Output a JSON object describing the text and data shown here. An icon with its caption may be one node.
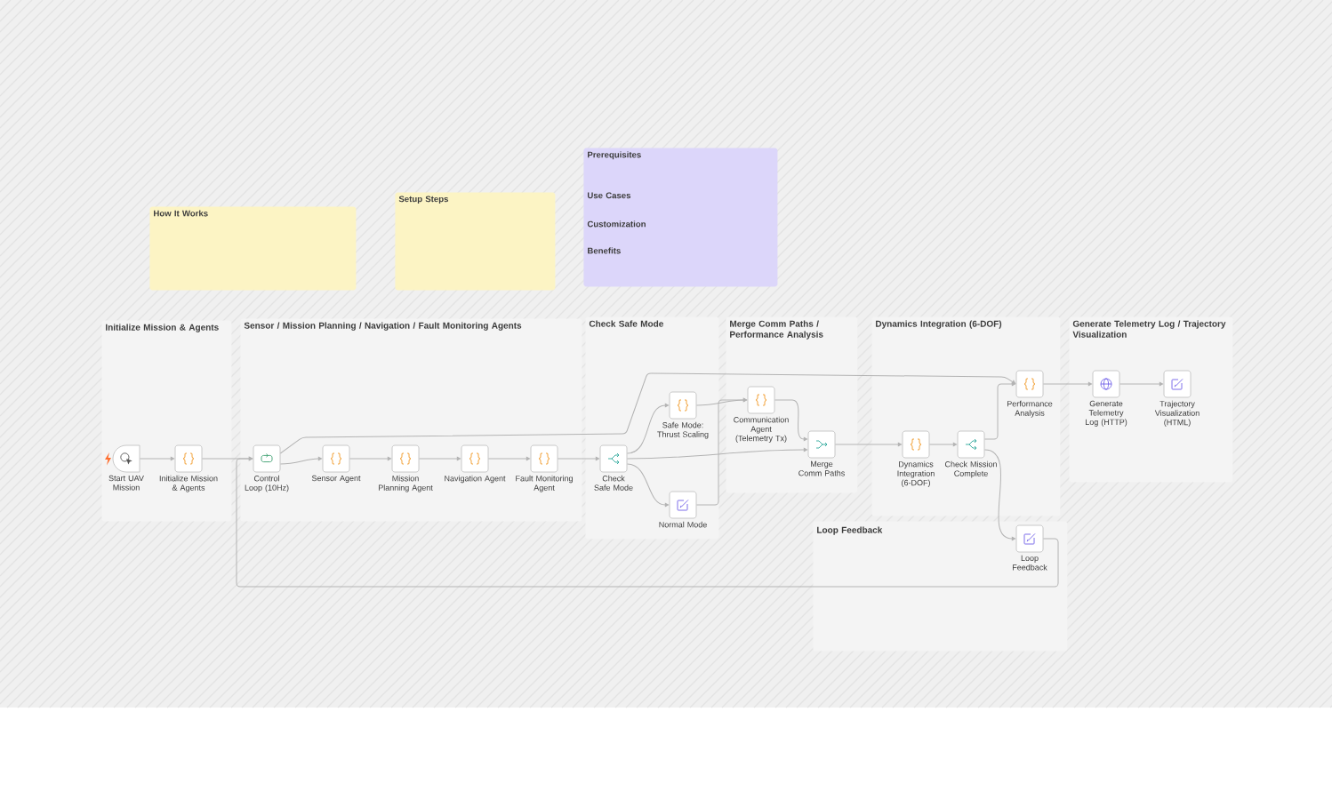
{
  "diagram": {
    "nodes": [
      {
        "text": [
          "How It Works"
        ]
      },
      {
        "text": [
          "Setup Steps"
        ]
      },
      {
        "text": [
          "Prerequisites",
          "Use Cases",
          "Customization",
          "Benefits"
        ]
      },
      {
        "text": [
          "Initialize Mission & Agents"
        ]
      },
      {
        "text": [
          "Start UAV Mission"
        ],
        "in": 3
      },
      {
        "text": [
          "Initialize Mission & Agents"
        ],
        "in": 3
      },
      {
        "text": [
          "Sensor / Mission Planning / Navigation / Fault Monitoring Agents"
        ]
      },
      {
        "text": [
          "Control Loop (10Hz)"
        ],
        "in": 6
      },
      {
        "text": [
          "Sensor Agent"
        ],
        "in": 6
      },
      {
        "text": [
          "Mission Planning Agent"
        ],
        "in": 6
      },
      {
        "text": [
          "Navigation Agent"
        ],
        "in": 6
      },
      {
        "text": [
          "Fault Monitoring Agent"
        ],
        "in": 6
      },
      {
        "text": [
          "Check Safe Mode"
        ]
      },
      {
        "text": [
          "Check Safe Mode"
        ],
        "in": 12
      },
      {
        "text": [
          "Safe Mode: Thrust Scaling"
        ],
        "in": 12
      },
      {
        "text": [
          "Normal Mode"
        ],
        "in": 12
      },
      {
        "text": [
          "Merge Comm Paths / Performance Analysis"
        ]
      },
      {
        "text": [
          "Communication Agent (Telemetry Tx)"
        ],
        "in": 16
      },
      {
        "text": [
          "Merge Comm Paths"
        ],
        "in": 16
      },
      {
        "text": [
          "Dynamics Integration (6-DOF)"
        ]
      },
      {
        "text": [
          "Dynamics Integration (6-DOF)"
        ],
        "in": 19
      },
      {
        "text": [
          "Check Mission Complete"
        ],
        "in": 19
      },
      {
        "text": [
          "Performance Analysis"
        ],
        "in": 19
      },
      {
        "text": [
          "Generate Telemetry Log / Trajectory Visualization"
        ]
      },
      {
        "text": [
          "Generate Telemetry Log (HTTP)"
        ],
        "in": 23
      },
      {
        "text": [
          "Trajectory Visualization (HTML)"
        ],
        "in": 23
      },
      {
        "text": [
          "Loop Feedback"
        ]
      },
      {
        "text": [
          "Loop Feedback"
        ],
        "in": 26
      }
    ],
    "edges": [
      {
        "from": 4,
        "to": 5,
        "arrow": "to"
      },
      {
        "from": 5,
        "to": 7,
        "arrow": "to"
      },
      {
        "from": 7,
        "to": 22,
        "arrow": "to"
      },
      {
        "from": 7,
        "to": 8,
        "arrow": "to"
      },
      {
        "from": 8,
        "to": 9,
        "arrow": "to"
      },
      {
        "from": 9,
        "to": 10,
        "arrow": "to"
      },
      {
        "from": 10,
        "to": 11,
        "arrow": "to"
      },
      {
        "from": 11,
        "to": 13,
        "arrow": "to"
      },
      {
        "from": 13,
        "to": 14,
        "arrow": "to"
      },
      {
        "from": 13,
        "to": 15,
        "arrow": "to"
      },
      {
        "from": 13,
        "to": 18,
        "arrow": "to"
      },
      {
        "from": 14,
        "to": 17,
        "arrow": "to"
      },
      {
        "from": 15,
        "to": 17,
        "arrow": "to"
      },
      {
        "from": 17,
        "to": 18,
        "arrow": "to"
      },
      {
        "from": 18,
        "to": 20,
        "arrow": "to"
      },
      {
        "from": 20,
        "to": 21,
        "arrow": "to"
      },
      {
        "from": 21,
        "to": 22,
        "arrow": "to"
      },
      {
        "from": 21,
        "to": 27,
        "arrow": "to"
      },
      {
        "from": 22,
        "to": 24,
        "arrow": "to"
      },
      {
        "from": 24,
        "to": 25,
        "arrow": "to"
      },
      {
        "from": 27,
        "to": 7,
        "arrow": "to"
      }
    ]
  }
}
